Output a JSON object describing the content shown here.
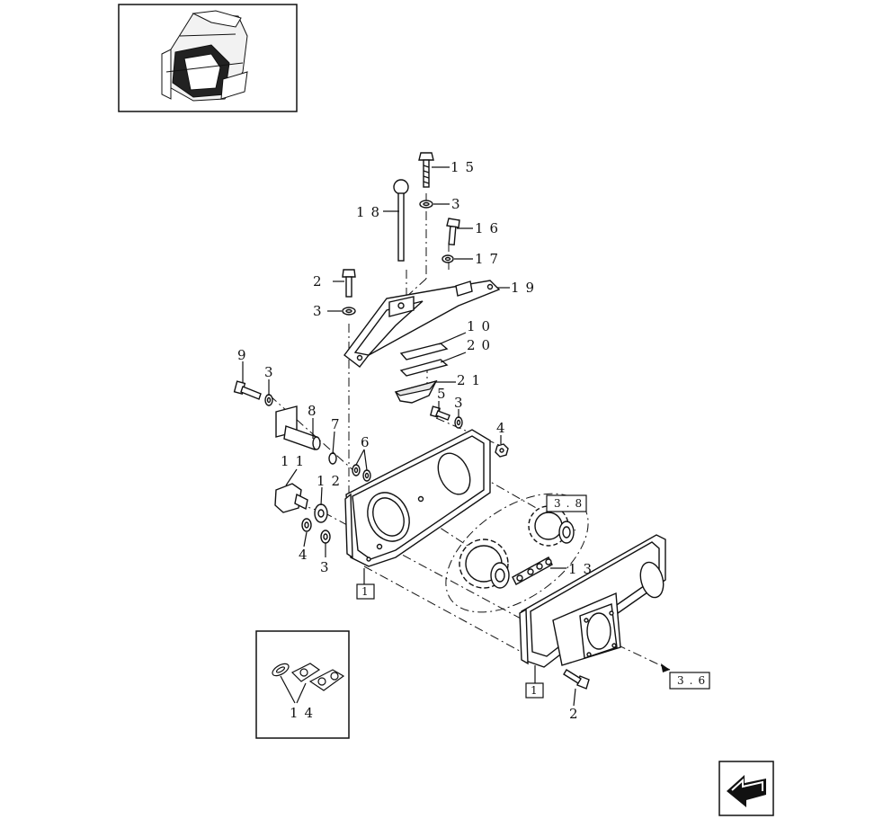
{
  "labels": {
    "p15": "15",
    "p3a": "3",
    "p18": "18",
    "p16": "16",
    "p17": "17",
    "p2a": "2",
    "p19": "19",
    "p3b": "3",
    "p10": "10",
    "p20": "20",
    "p9": "9",
    "p3c": "3",
    "p21": "21",
    "p5": "5",
    "p3d": "3",
    "p8": "8",
    "p7": "7",
    "p4a": "4",
    "p6": "6",
    "p11": "11",
    "p12": "12",
    "p4b": "4",
    "p3e": "3",
    "p13": "13",
    "p14": "14",
    "p2b": "2"
  },
  "refs": {
    "r1a": "1",
    "r1b": "1",
    "r38": "3.8",
    "r36": "3.6"
  },
  "colors": {
    "line": "#111111",
    "background": "#ffffff"
  },
  "icons": {
    "nav": "arrow-back-icon"
  }
}
